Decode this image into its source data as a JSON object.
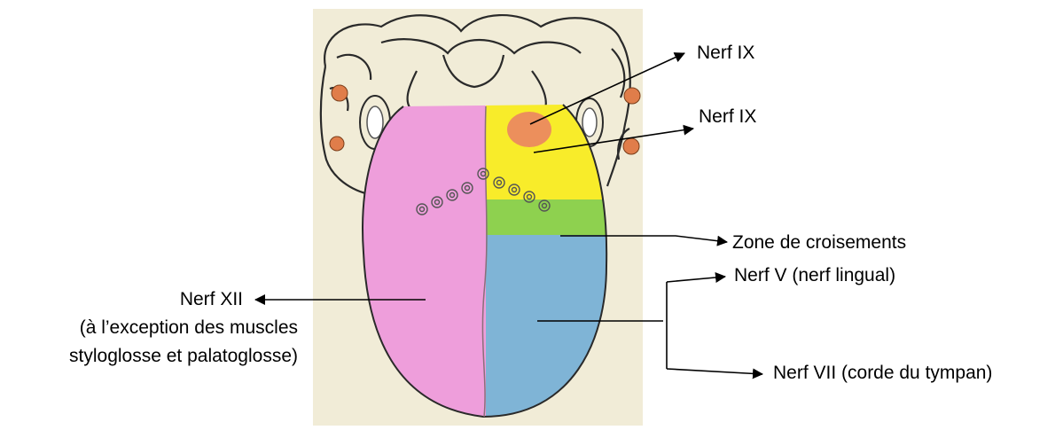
{
  "labels": {
    "nerf_ix_top": "Nerf IX",
    "nerf_ix_mid": "Nerf IX",
    "zone": "Zone de croisements",
    "nerf_v": "Nerf V (nerf lingual)",
    "nerf_vii": "Nerf VII (corde du tympan)",
    "nerf_xii": {
      "line1": "Nerf XII",
      "line2": "(à l’exception des muscles",
      "line3": "styloglosse et palatoglosse)"
    }
  },
  "colors": {
    "background_panel": "#f1ecd7",
    "motor_half": "#ee9edb",
    "ix_zone": "#f8ec2a",
    "ix_core": "#ec8f5c",
    "crossing_zone": "#8ed14f",
    "v_vii_zone": "#7fb4d6",
    "outline": "#2a2a2a"
  },
  "icons": {
    "arrowhead": "filled-triangle"
  }
}
